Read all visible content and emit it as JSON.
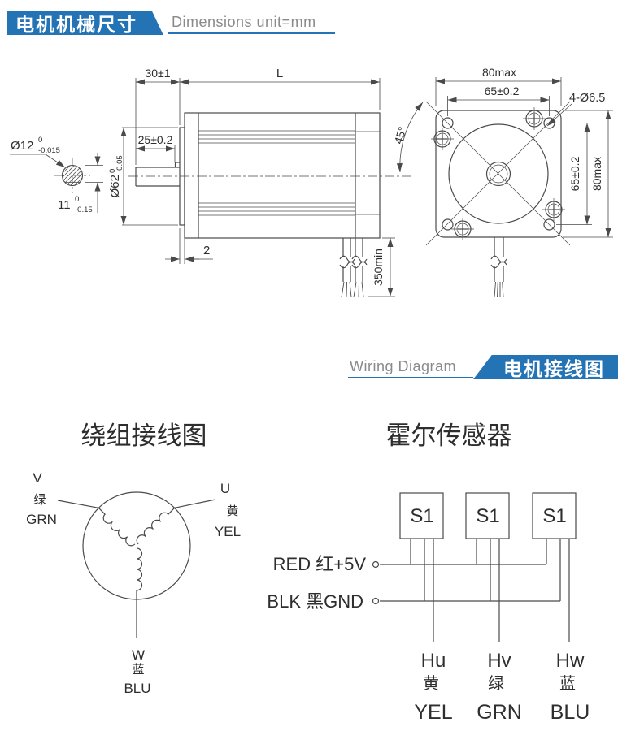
{
  "page": {
    "accent_blue": "#2474b5",
    "line_color": "#4a4a4a",
    "muted_gray": "#8a8a8a"
  },
  "header_dimensions": {
    "banner": "电机机械尺寸",
    "caption": "Dimensions unit=mm"
  },
  "header_wiring": {
    "caption": "Wiring Diagram",
    "banner": "电机接线图"
  },
  "side_view": {
    "dims": {
      "shaft_extension": "30±1",
      "body_length": "L",
      "shaft_flat_length": "25±0.2",
      "shaft_diameter": {
        "main": "Ø12",
        "upper": "0",
        "lower": "-0.015"
      },
      "shaft_flat_height": {
        "main": "11",
        "upper": "0",
        "lower": "-0.15"
      },
      "pilot_diameter": {
        "main": "Ø62",
        "upper": "0",
        "lower": "-0.05"
      },
      "plate_thickness": "2",
      "cable_length": "350min",
      "mount_hole_angle": "45°"
    }
  },
  "front_view": {
    "dims": {
      "width": "80max",
      "hole_spacing_horizontal": "65±0.2",
      "mounting_holes": "4-Ø6.5",
      "hole_spacing_vertical": "65±0.2",
      "height": "80max"
    }
  },
  "winding_diagram": {
    "title": "绕组接线图",
    "terminals": [
      {
        "phase": "V",
        "cn": "绿",
        "color": "GRN"
      },
      {
        "phase": "U",
        "cn": "黄",
        "color": "YEL"
      },
      {
        "phase": "W",
        "cn": "蓝",
        "color": "BLU"
      }
    ]
  },
  "hall_sensor": {
    "title": "霍尔传感器",
    "sensor_label": "S1",
    "power_label": "RED 红+5V",
    "ground_label": "BLK 黑GND",
    "outputs": [
      {
        "name": "Hu",
        "cn": "黄",
        "color": "YEL"
      },
      {
        "name": "Hv",
        "cn": "绿",
        "color": "GRN"
      },
      {
        "name": "Hw",
        "cn": "蓝",
        "color": "BLU"
      }
    ]
  }
}
